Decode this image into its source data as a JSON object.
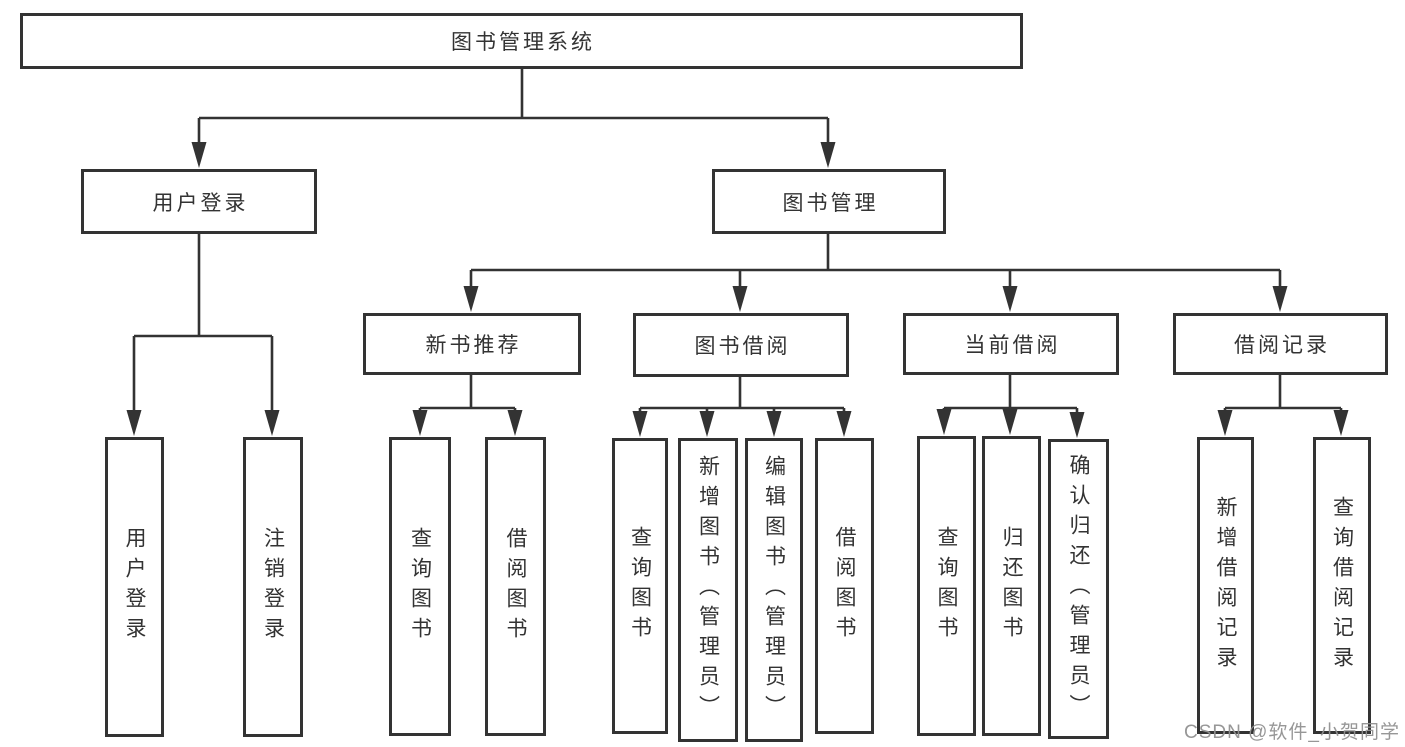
{
  "diagram": {
    "root": {
      "label": "图书管理系统"
    },
    "level2": [
      {
        "label": "用户登录"
      },
      {
        "label": "图书管理"
      }
    ],
    "level3": [
      {
        "label": "新书推荐"
      },
      {
        "label": "图书借阅"
      },
      {
        "label": "当前借阅"
      },
      {
        "label": "借阅记录"
      }
    ],
    "leaves": [
      {
        "label": "用户登录",
        "parent": "用户登录"
      },
      {
        "label": "注销登录",
        "parent": "用户登录"
      },
      {
        "label": "查询图书",
        "parent": "新书推荐"
      },
      {
        "label": "借阅图书",
        "parent": "新书推荐"
      },
      {
        "label": "查询图书",
        "parent": "图书借阅"
      },
      {
        "label": "新增图书（管理员）",
        "parent": "图书借阅"
      },
      {
        "label": "编辑图书（管理员）",
        "parent": "图书借阅"
      },
      {
        "label": "借阅图书",
        "parent": "图书借阅"
      },
      {
        "label": "查询图书",
        "parent": "当前借阅"
      },
      {
        "label": "归还图书",
        "parent": "当前借阅"
      },
      {
        "label": "确认归还（管理员）",
        "parent": "当前借阅"
      },
      {
        "label": "新增借阅记录",
        "parent": "借阅记录"
      },
      {
        "label": "查询借阅记录",
        "parent": "借阅记录"
      }
    ]
  },
  "watermark": {
    "text": "CSDN @软件_小贺同学"
  },
  "colors": {
    "line": "#333333",
    "text": "#333333",
    "box_fill": "#ffffff",
    "watermark": "#919191",
    "background": "#ffffff"
  }
}
